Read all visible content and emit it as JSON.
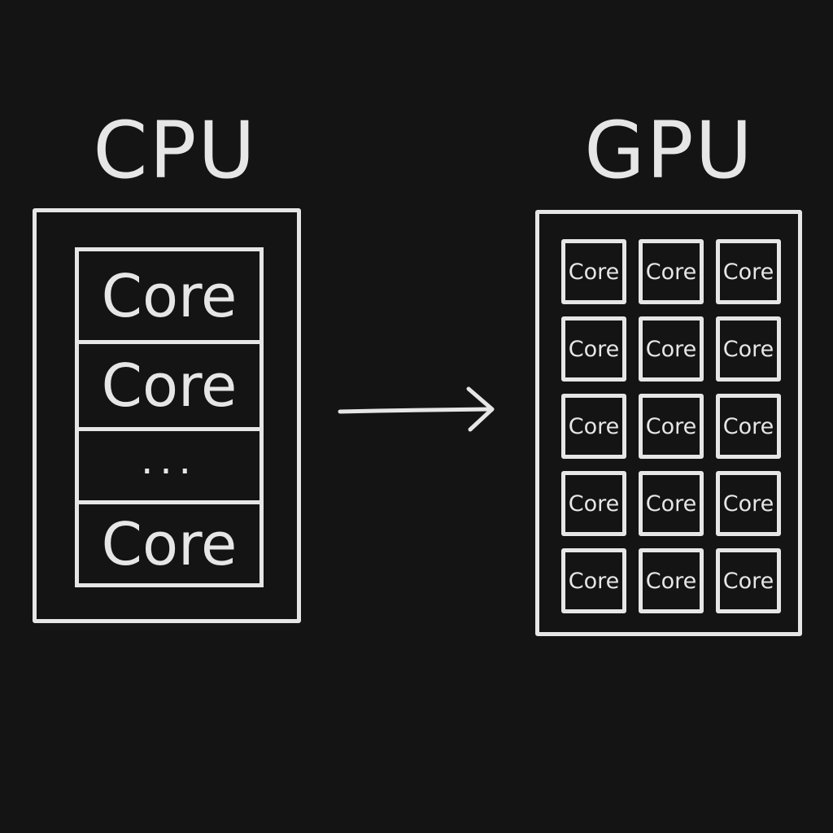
{
  "diagram": {
    "cpu": {
      "title": "CPU",
      "cells": [
        "Core",
        "Core",
        "...",
        "Core"
      ]
    },
    "gpu": {
      "title": "GPU",
      "rows": 5,
      "columns": 3,
      "cell_label": "Core"
    },
    "colors": {
      "background": "#141414",
      "stroke": "#e6e6e6"
    }
  }
}
